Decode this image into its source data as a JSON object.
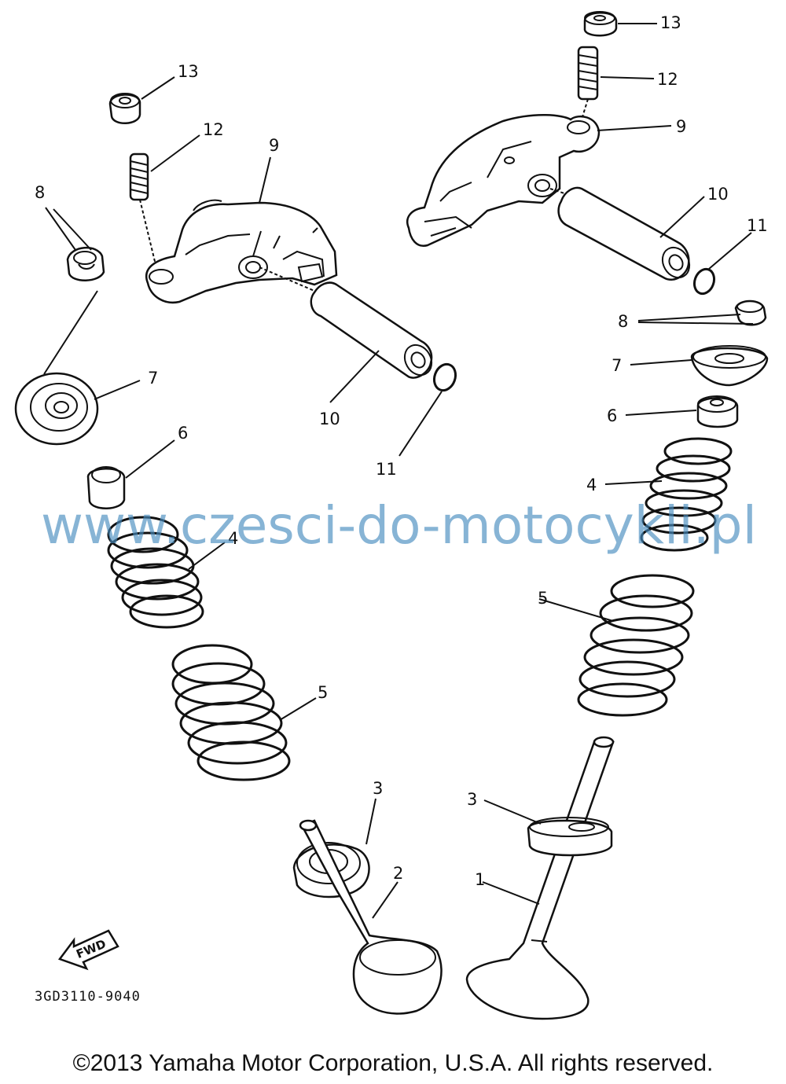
{
  "labels": {
    "l_left_13": "13",
    "l_left_12": "12",
    "l_left_9": "9",
    "l_left_8": "8",
    "l_left_7": "7",
    "l_left_10": "10",
    "l_left_11": "11",
    "l_left_6": "6",
    "l_left_4": "4",
    "l_left_5": "5",
    "l_left_3": "3",
    "l_left_2": "2",
    "l_right_13": "13",
    "l_right_12": "12",
    "l_right_9": "9",
    "l_right_10": "10",
    "l_right_11": "11",
    "l_right_8": "8",
    "l_right_7": "7",
    "l_right_6": "6",
    "l_right_4": "4",
    "l_right_5": "5",
    "l_right_3": "3",
    "l_right_1": "1"
  },
  "fwd": "FWD",
  "diagram_code": "3GD3110-9040",
  "watermark": "www.czesci-do-motocykli.pl",
  "copyright": "©2013 Yamaha Motor Corporation, U.S.A. All rights reserved.",
  "colors": {
    "line": "#111111",
    "watermark": "#468cbe",
    "background": "#ffffff"
  }
}
